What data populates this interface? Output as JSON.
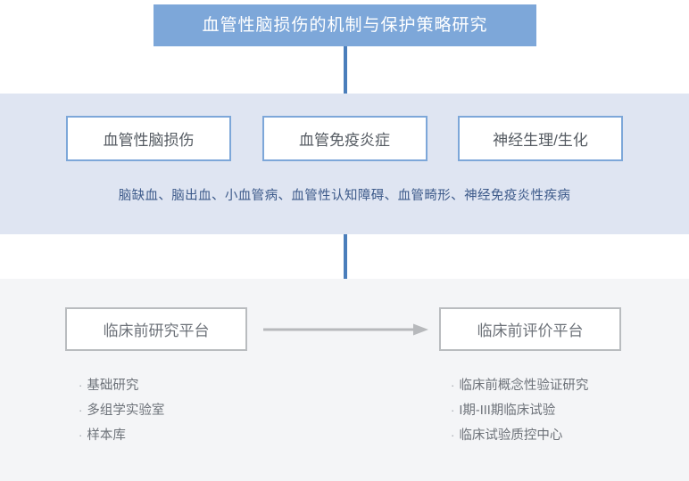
{
  "header": {
    "title": "血管性脑损伤的机制与保护策略研究",
    "background_color": "#7da7d9",
    "text_color": "#ffffff"
  },
  "research_band": {
    "background_color": "#dfe5f2",
    "accent_color": "#7da7d9",
    "pillars": [
      {
        "label": "血管性脑损伤"
      },
      {
        "label": "血管免疫炎症"
      },
      {
        "label": "神经生理/生化"
      }
    ],
    "subtitle": "脑缺血、脑出血、小血管病、血管性认知障碍、血管畸形、神经免疫炎性疾病",
    "subtitle_color": "#3d5a8a"
  },
  "platform_band": {
    "background_color": "#f4f5f7",
    "border_color": "#b9bcbf",
    "arrow_color": "#b7b9bc",
    "left": {
      "title": "临床前研究平台",
      "items": [
        "基础研究",
        "多组学实验室",
        "样本库"
      ]
    },
    "right": {
      "title": "临床前评价平台",
      "items": [
        "临床前概念性验证研究",
        "I期-III期临床试验",
        "临床试验质控中心"
      ]
    },
    "bullet_glyph": "·"
  },
  "connectors": {
    "color": "#4a7ebb"
  }
}
